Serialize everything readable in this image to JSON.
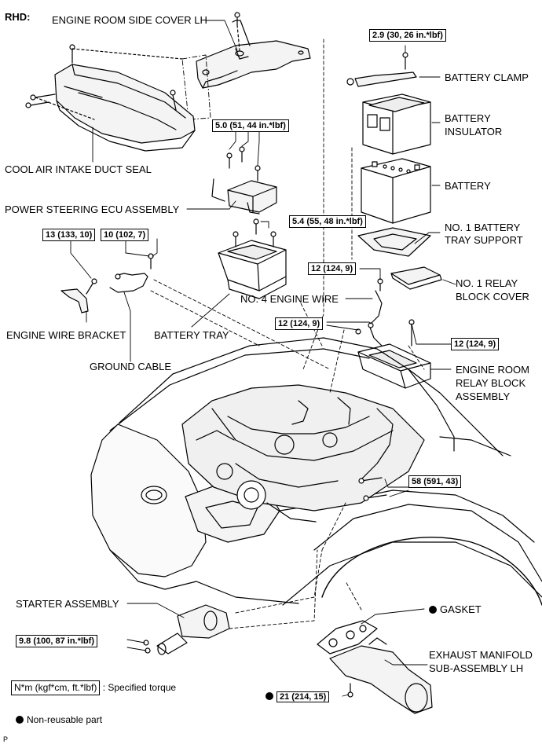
{
  "region_label": "RHD:",
  "parts": {
    "engine_room_side_cover_lh": "ENGINE ROOM SIDE COVER LH",
    "cool_air_intake_duct_seal": "COOL AIR INTAKE DUCT SEAL",
    "power_steering_ecu_assembly": "POWER STEERING ECU ASSEMBLY",
    "battery_clamp": "BATTERY CLAMP",
    "battery_insulator_1": "BATTERY",
    "battery_insulator_2": "INSULATOR",
    "battery": "BATTERY",
    "no1_battery_tray_support_1": "NO. 1 BATTERY",
    "no1_battery_tray_support_2": "TRAY SUPPORT",
    "no1_relay_block_cover_1": "NO. 1 RELAY",
    "no1_relay_block_cover_2": "BLOCK COVER",
    "no4_engine_wire": "NO. 4 ENGINE WIRE",
    "engine_wire_bracket": "ENGINE WIRE BRACKET",
    "battery_tray": "BATTERY TRAY",
    "ground_cable": "GROUND CABLE",
    "engine_room_relay_block_1": "ENGINE ROOM",
    "engine_room_relay_block_2": "RELAY BLOCK",
    "engine_room_relay_block_3": "ASSEMBLY",
    "starter_assembly": "STARTER ASSEMBLY",
    "gasket": "GASKET",
    "exhaust_manifold_1": "EXHAUST MANIFOLD",
    "exhaust_manifold_2": "SUB-ASSEMBLY LH"
  },
  "torques": {
    "battery_clamp": "2.9 (30, 26 in.*lbf)",
    "ps_ecu": "5.0 (51, 44 in.*lbf)",
    "battery_tray": "5.4 (55, 48 in.*lbf)",
    "wire_bracket": "13 (133, 10)",
    "ground_cable": "10 (102, 7)",
    "engine_wire_upper": "12 (124, 9)",
    "engine_wire_lower": "12 (124, 9)",
    "relay_block": "12 (124, 9)",
    "starter": "58 (591, 43)",
    "starter_small": "9.8 (100, 87 in.*lbf)",
    "manifold_nut": "21 (214, 15)"
  },
  "legend": {
    "torque_unit": "N*m (kgf*cm, ft.*lbf)",
    "torque_text": ": Specified torque",
    "nonreusable_text": "Non-reusable part"
  },
  "footer_code": "P"
}
